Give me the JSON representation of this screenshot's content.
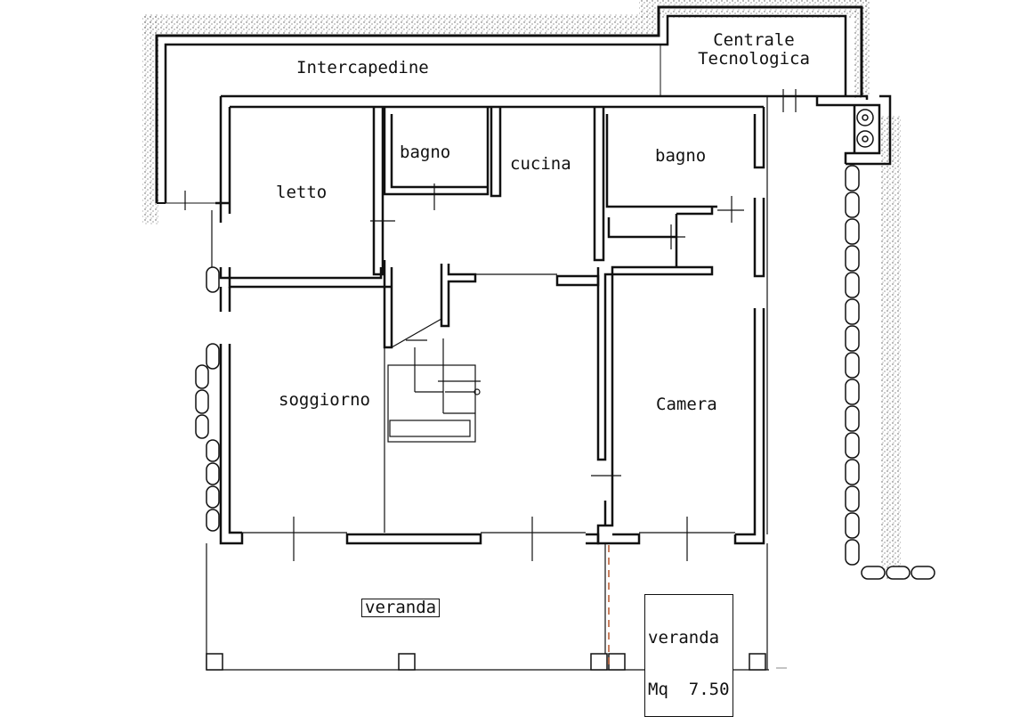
{
  "plan": {
    "rooms": {
      "intercapedine": "Intercapedine",
      "centrale_line1": "Centrale",
      "centrale_line2": "Tecnologica",
      "letto": "letto",
      "bagno_left": "bagno",
      "cucina": "cucina",
      "bagno_right": "bagno",
      "soggiorno": "soggiorno",
      "camera": "Camera",
      "veranda_left": "veranda",
      "veranda_right_line1": "veranda",
      "veranda_right_line2": "Mq  7.50"
    },
    "colors": {
      "wall": "#111111",
      "hatch": "#555555",
      "dashed_divider": "#b5562b"
    }
  }
}
